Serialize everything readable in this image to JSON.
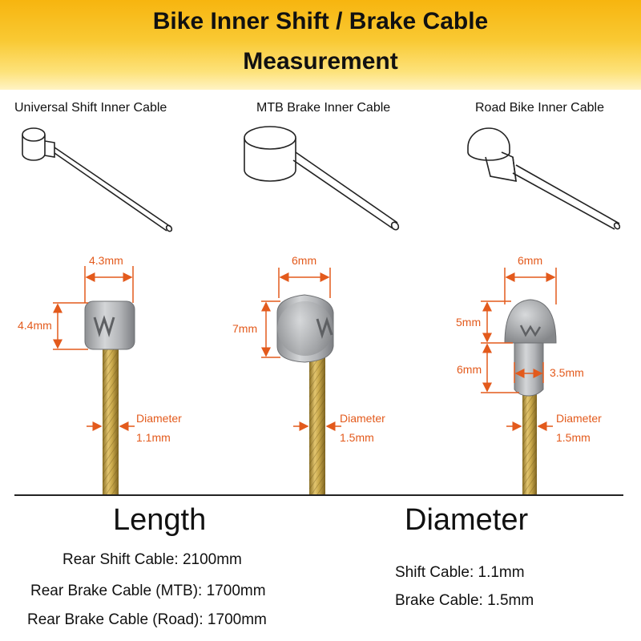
{
  "banner": {
    "title_line1": "Bike Inner Shift / Brake Cable",
    "title_line2": "Measurement"
  },
  "cables": [
    {
      "label": "Universal Shift Inner Cable",
      "head_width": "4.3mm",
      "head_height": "4.4mm",
      "diameter_label": "Diameter",
      "diameter_value": "1.1mm"
    },
    {
      "label": "MTB Brake Inner Cable",
      "head_width": "6mm",
      "head_height": "7mm",
      "diameter_label": "Diameter",
      "diameter_value": "1.5mm"
    },
    {
      "label": "Road Bike Inner Cable",
      "head_width": "6mm",
      "head_height": "5mm",
      "neck_height": "6mm",
      "neck_width": "3.5mm",
      "diameter_label": "Diameter",
      "diameter_value": "1.5mm"
    }
  ],
  "length": {
    "title": "Length",
    "lines": [
      "Rear Shift Cable: 2100mm",
      "Rear Brake Cable (MTB): 1700mm",
      "Rear Brake Cable (Road): 1700mm"
    ]
  },
  "diameter": {
    "title": "Diameter",
    "lines": [
      "Shift Cable: 1.1mm",
      "Brake Cable: 1.5mm"
    ]
  },
  "colors": {
    "banner": "#f9c933",
    "dimension": "#e35a1c",
    "cable": "#c9a84a",
    "head": "#a9abad"
  }
}
